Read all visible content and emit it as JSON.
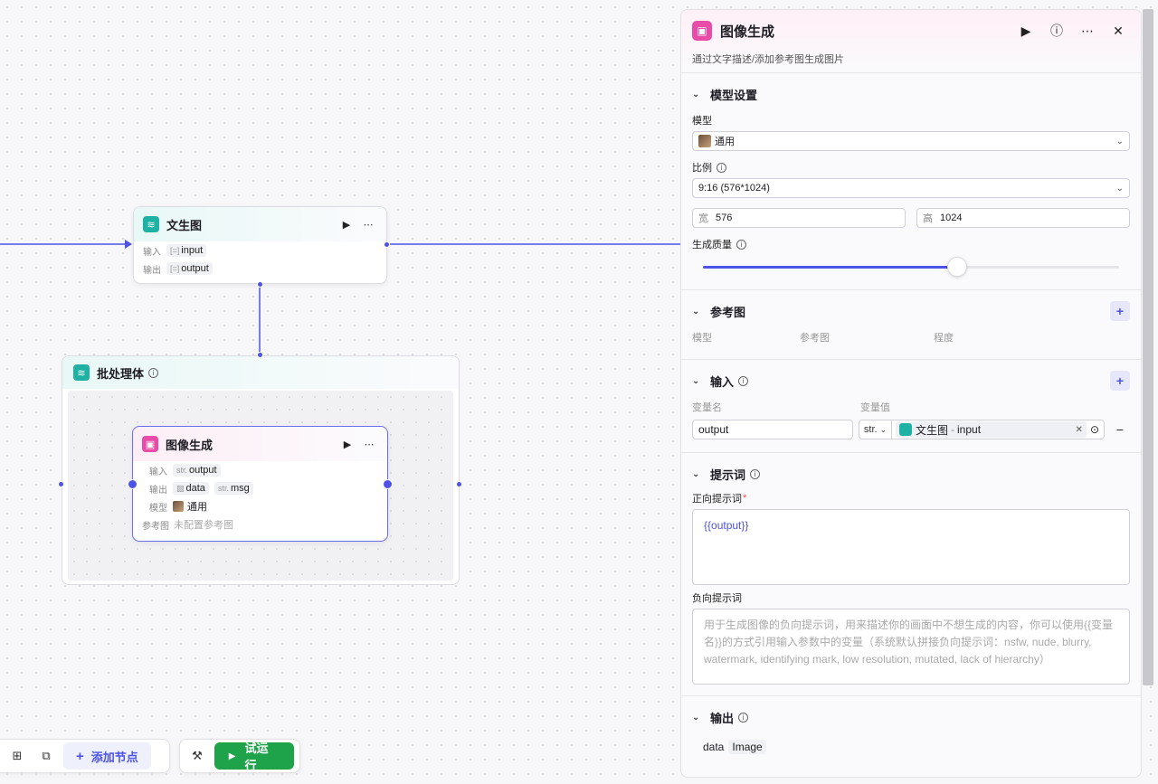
{
  "canvas": {
    "node_t2i": {
      "title": "文生图",
      "input_label": "输入",
      "input_type": "[=]",
      "input_value": "input",
      "output_label": "输出",
      "output_type": "[=]",
      "output_value": "output"
    },
    "batch": {
      "title": "批处理体"
    },
    "node_img": {
      "title": "图像生成",
      "input_label": "输入",
      "input_type": "str.",
      "input_value": "output",
      "output_label": "输出",
      "output_data": "data",
      "output_msg_type": "str.",
      "output_msg": "msg",
      "model_label": "模型",
      "model_value": "通用",
      "ref_label": "参考图",
      "ref_value": "未配置参考图"
    }
  },
  "panel": {
    "title": "图像生成",
    "description": "通过文字描述/添加参考图生成图片",
    "model_section": {
      "title": "模型设置",
      "model_label": "模型",
      "model_value": "通用",
      "ratio_label": "比例",
      "ratio_value": "9:16 (576*1024)",
      "width_label": "宽",
      "width_value": "576",
      "height_label": "高",
      "height_value": "1024",
      "quality_label": "生成质量",
      "quality_level": 0.61
    },
    "ref_section": {
      "title": "参考图",
      "col_model": "模型",
      "col_ref": "参考图",
      "col_degree": "程度"
    },
    "input_section": {
      "title": "输入",
      "col_name": "变量名",
      "col_value": "变量值",
      "var_name": "output",
      "var_type": "str.",
      "ref_node": "文生图",
      "ref_sep": "-",
      "ref_var": "input"
    },
    "prompt_section": {
      "title": "提示词",
      "positive_label": "正向提示词",
      "positive_required": "*",
      "positive_value": "{{output}}",
      "negative_label": "负向提示词",
      "negative_placeholder": "用于生成图像的负向提示词，用来描述你的画面中不想生成的内容，你可以使用{{变量名}}的方式引用输入参数中的变量（系统默认拼接负向提示词：nsfw, nude, blurry, watermark, identifying mark, low resolution, mutated, lack of hierarchy）"
    },
    "output_section": {
      "title": "输出",
      "var_name": "data",
      "var_type": "Image"
    }
  },
  "toolbar": {
    "add_node": "添加节点",
    "test_run": "试运行"
  },
  "colors": {
    "accent": "#4d53e8",
    "run_green": "#1fa34a",
    "teal": "#1eb1a4",
    "pink": "#e94ca8"
  }
}
